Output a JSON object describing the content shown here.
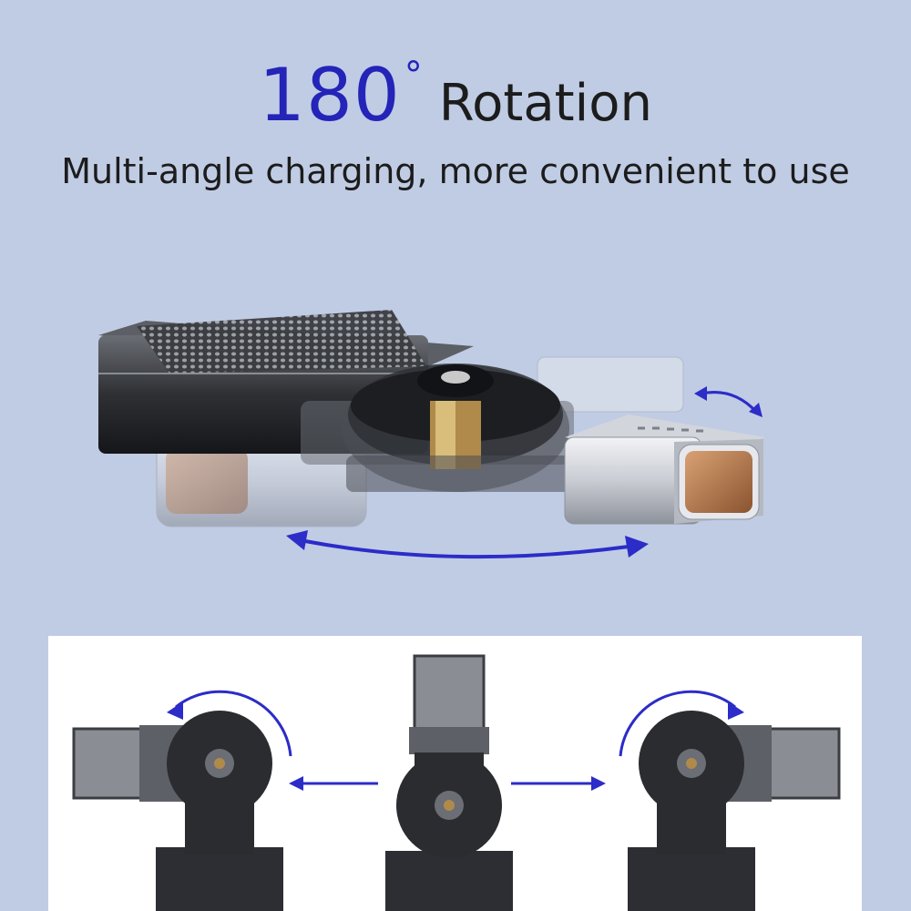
{
  "headline": {
    "number": "180",
    "degree_symbol": "°",
    "word": "Rotation"
  },
  "subtitle": "Multi-angle charging, more convenient to use",
  "colors": {
    "background": "#c0cce4",
    "accent": "#2424b8",
    "text": "#1c1c1c",
    "arrow": "#2c2cc8",
    "panel": "#ffffff"
  },
  "icons": {
    "hero": "rotating-adapter-illustration",
    "small_arrow": "double-arrow-icon",
    "large_arrow": "curved-double-arrow-icon",
    "rotate_left": "rotate-counterclockwise-arrow-icon",
    "rotate_right": "rotate-clockwise-arrow-icon",
    "direction_left": "arrow-left-icon",
    "direction_right": "arrow-right-icon"
  }
}
